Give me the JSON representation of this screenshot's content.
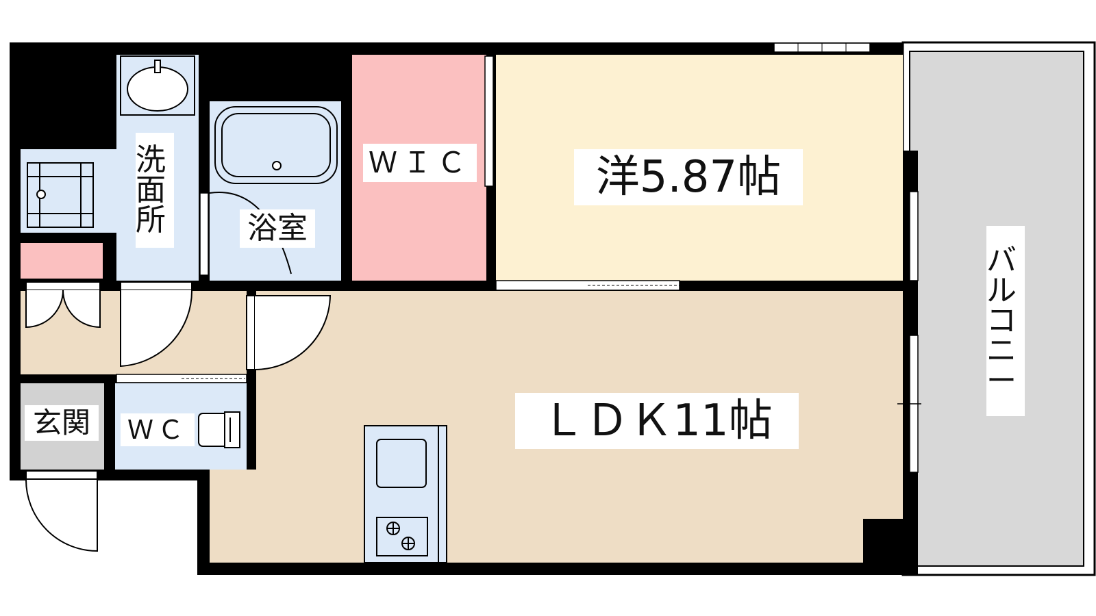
{
  "colors": {
    "wall": "#000000",
    "wet_area": "#dce9f8",
    "closet": "#fbc0c0",
    "western_room": "#fdf1d2",
    "ldk": "#eeddc5",
    "entrance": "#d2d2d2",
    "balcony": "#d8d8d8",
    "hallway": "#eeddc5"
  },
  "rooms": {
    "western_room": "洋5.87帖",
    "ldk": "ＬＤＫ11帖",
    "wic": "ＷＩＣ",
    "bathroom": "浴室",
    "washroom": "洗面所",
    "toilet": "ＷＣ",
    "entrance": "玄関",
    "balcony": "バルコニー"
  },
  "fixtures": [
    "washbasin-icon",
    "bathtub-icon",
    "washing-machine-icon",
    "toilet-icon",
    "kitchen-sink-icon",
    "gas-stove-icon"
  ]
}
